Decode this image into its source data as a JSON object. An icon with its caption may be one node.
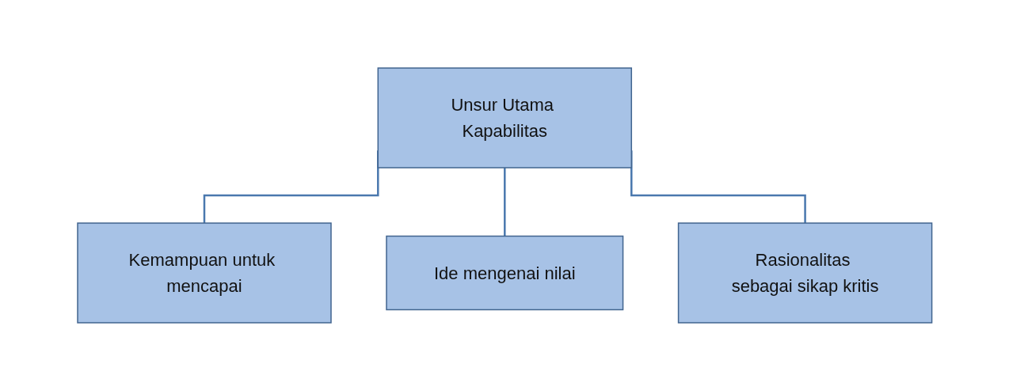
{
  "diagram": {
    "nodes": [
      {
        "text": [
          "Unsur Utama Kapabilitas"
        ]
      },
      {
        "text": [
          "Kemampuan untuk mencapai"
        ]
      },
      {
        "text": [
          "Ide mengenai nilai"
        ]
      },
      {
        "text": [
          "Rasionalitas sebagai sikap kritis"
        ]
      }
    ],
    "edges": [
      {
        "from": 0,
        "to": 1,
        "arrow": "none"
      },
      {
        "from": 0,
        "to": 2,
        "arrow": "none"
      },
      {
        "from": 0,
        "to": 3,
        "arrow": "none"
      }
    ]
  }
}
